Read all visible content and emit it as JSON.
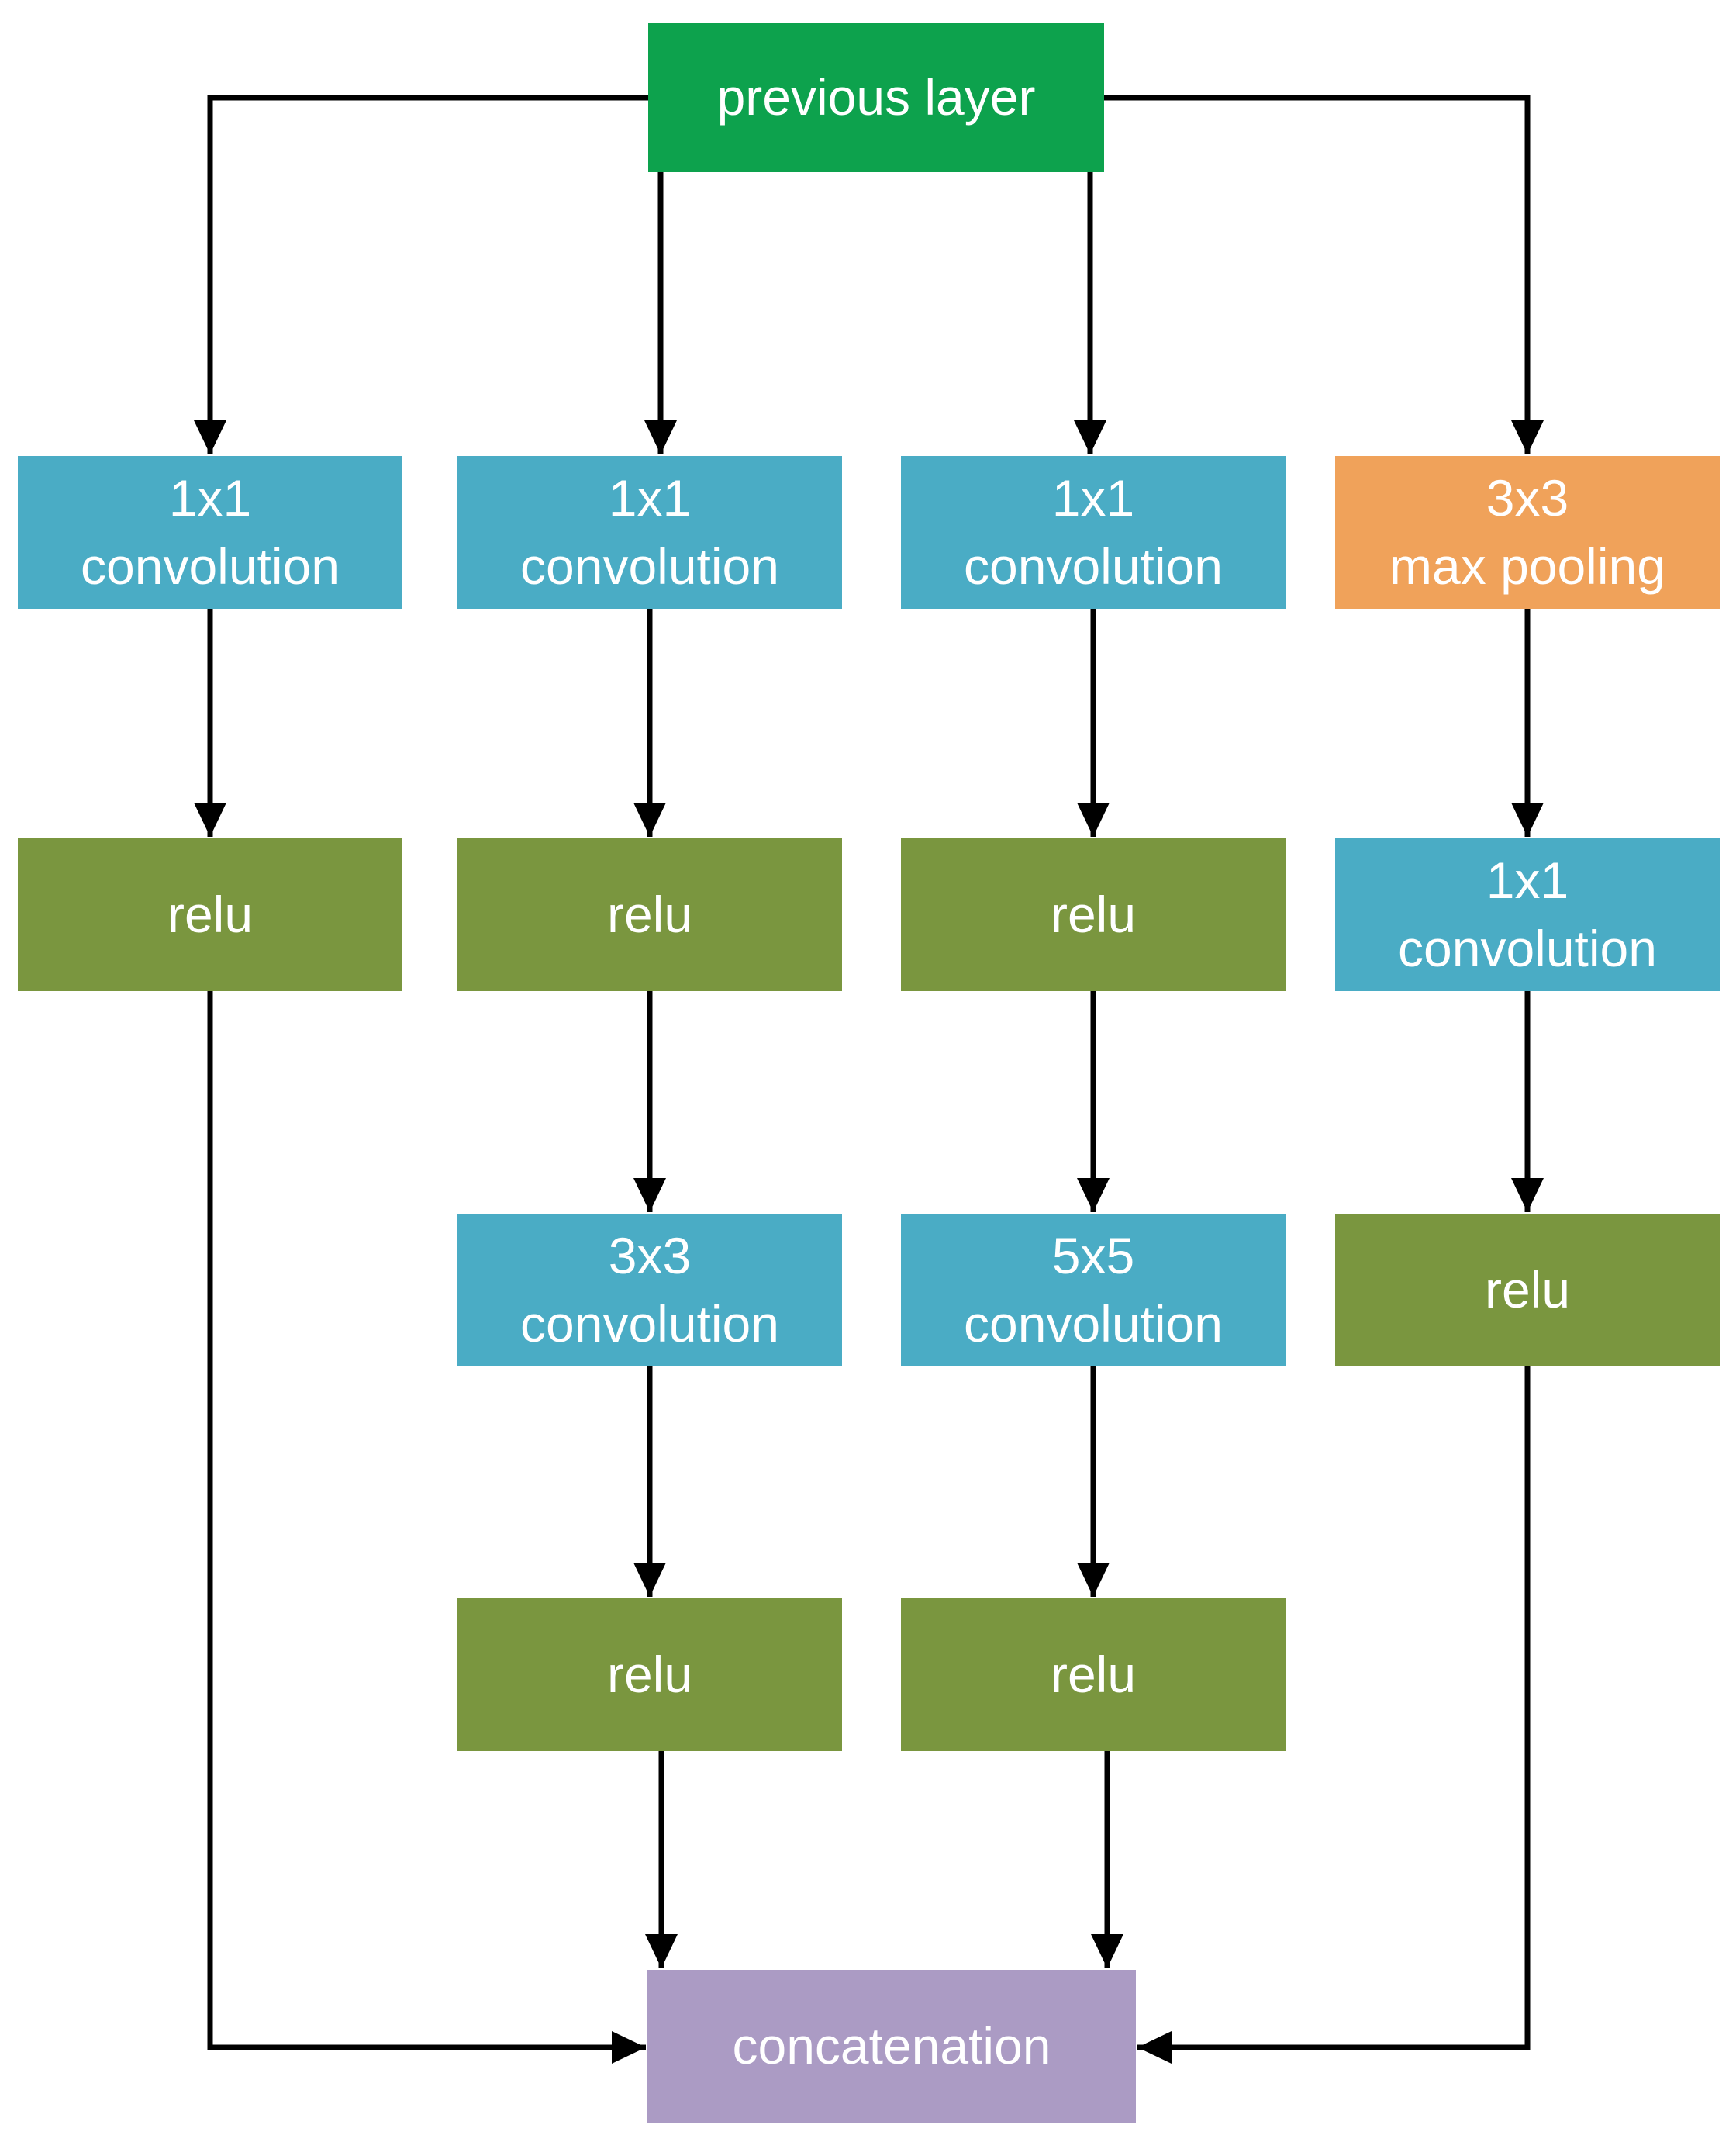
{
  "diagram": {
    "colors": {
      "input_green": "#0da24d",
      "convolution_blue": "#4aacc5",
      "relu_olive": "#7a963f",
      "pooling_orange": "#f0a25a",
      "concat_purple": "#ab9bc4",
      "connector_black": "#000000",
      "label_white": "#ffffff",
      "background": "#ffffff"
    },
    "nodes": [
      {
        "id": "previous-layer",
        "label": "previous layer",
        "color": "#0da24d"
      },
      {
        "id": "conv-1x1-branch1",
        "label": "1x1\nconvolution",
        "color": "#4aacc5"
      },
      {
        "id": "conv-1x1-branch2",
        "label": "1x1\nconvolution",
        "color": "#4aacc5"
      },
      {
        "id": "conv-1x1-branch3",
        "label": "1x1\nconvolution",
        "color": "#4aacc5"
      },
      {
        "id": "maxpool-3x3-branch4",
        "label": "3x3\nmax pooling",
        "color": "#f0a25a"
      },
      {
        "id": "relu-branch1",
        "label": "relu",
        "color": "#7a963f"
      },
      {
        "id": "relu-branch2",
        "label": "relu",
        "color": "#7a963f"
      },
      {
        "id": "relu-branch3",
        "label": "relu",
        "color": "#7a963f"
      },
      {
        "id": "conv-1x1-branch4",
        "label": "1x1\nconvolution",
        "color": "#4aacc5"
      },
      {
        "id": "conv-3x3-branch2",
        "label": "3x3\nconvolution",
        "color": "#4aacc5"
      },
      {
        "id": "conv-5x5-branch3",
        "label": "5x5\nconvolution",
        "color": "#4aacc5"
      },
      {
        "id": "relu-branch4",
        "label": "relu",
        "color": "#7a963f"
      },
      {
        "id": "relu2-branch2",
        "label": "relu",
        "color": "#7a963f"
      },
      {
        "id": "relu2-branch3",
        "label": "relu",
        "color": "#7a963f"
      },
      {
        "id": "concatenation",
        "label": "concatenation",
        "color": "#ab9bc4"
      }
    ]
  }
}
